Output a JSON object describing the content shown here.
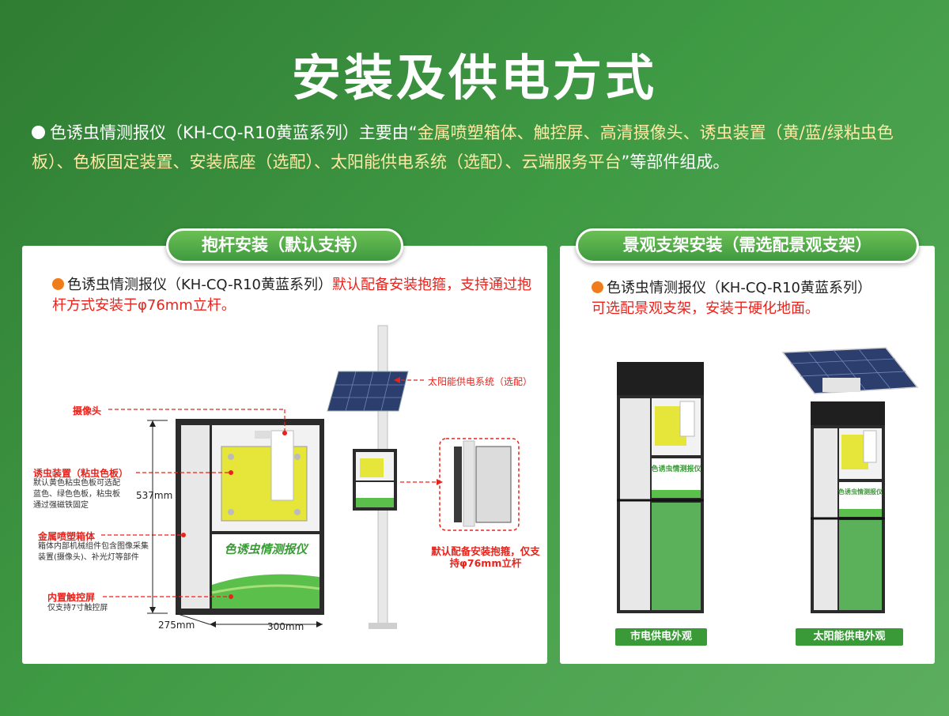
{
  "title": "安装及供电方式",
  "intro": {
    "part1": "色诱虫情测报仪（KH-CQ-R10黄蓝系列）主要由“",
    "highlight": "金属喷塑箱体、触控屏、高清摄像头、诱虫装置（黄/蓝/绿粘虫色板）、色板固定装置、安装底座（选配）、太阳能供电系统（选配）、云端服务平台",
    "part2": "”等部件组成。"
  },
  "left": {
    "pill": "抱杆安装（默认支持）",
    "desc_black": "色诱虫情测报仪（KH-CQ-R10黄蓝系列）",
    "desc_red": "默认配备安装抱箍，支持通过抱杆方式安装于φ76mm立杆。",
    "labels": {
      "camera": "摄像头",
      "lure": "诱虫装置（粘虫色板）",
      "lure_note": "默认黄色粘虫色板可选配蓝色、绿色色板，粘虫板通过强磁铁固定",
      "box": "金属喷塑箱体",
      "box_note": "箱体内部机械组件包含图像采集装置(摄像头)、补光灯等部件",
      "screen": "内置触控屏",
      "screen_note": "仅支持7寸触控屏",
      "solar": "太阳能供电系统（选配）",
      "hoop": "默认配备安装抱箍，仅支持φ76mm立杆"
    },
    "dims": {
      "height": "537mm",
      "depth": "275mm",
      "width": "300mm"
    },
    "device_name": "色诱虫情测报仪"
  },
  "right": {
    "pill": "景观支架安装（需选配景观支架）",
    "desc_black": "色诱虫情测报仪（KH-CQ-R10黄蓝系列）",
    "desc_red": "可选配景观支架，安装于硬化地面。",
    "tag_mains": "市电供电外观",
    "tag_solar": "太阳能供电外观",
    "device_name": "色诱虫情测报仪"
  },
  "colors": {
    "accent_red": "#e8231c",
    "brand_green": "#3b9a38",
    "highlight": "#ffe9a3"
  }
}
